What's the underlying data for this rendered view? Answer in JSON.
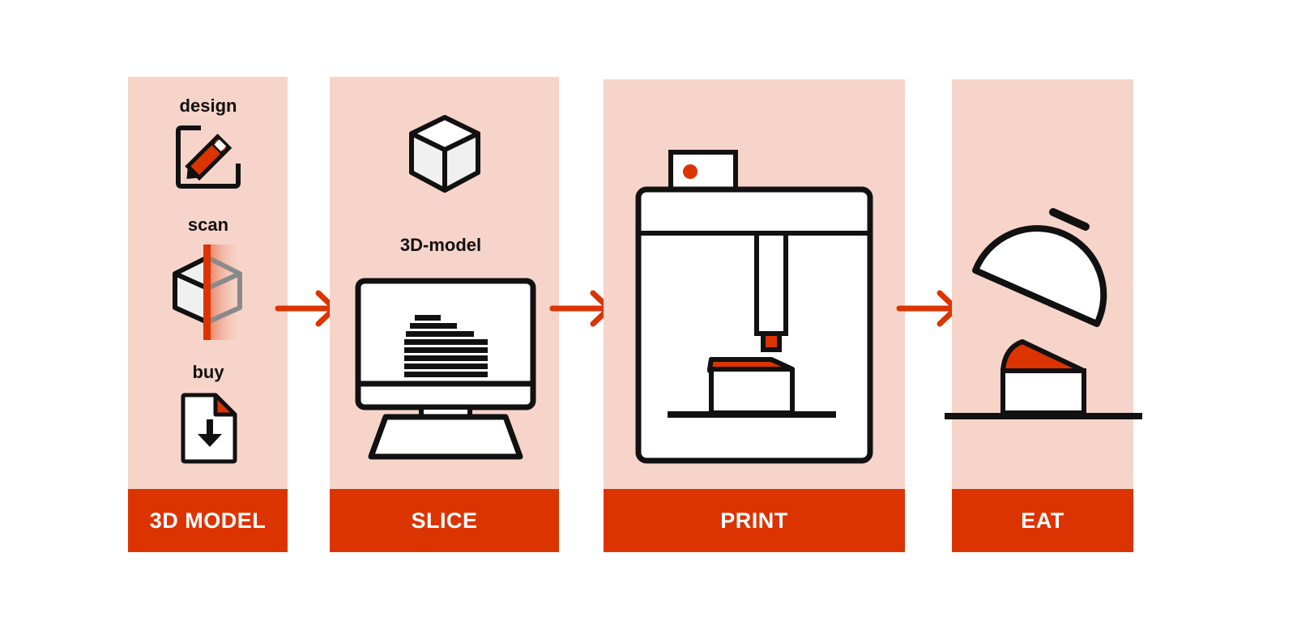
{
  "colors": {
    "panel_bg": "#f7d4ca",
    "accent": "#dc3400",
    "stroke": "#111111",
    "fill_light": "#f0f0f0"
  },
  "steps": [
    {
      "label": "3D MODEL",
      "options": [
        {
          "caption": "design",
          "icon": "pencil-edit-icon"
        },
        {
          "caption": "scan",
          "icon": "scanned-cube-icon"
        },
        {
          "caption": "buy",
          "icon": "download-file-icon"
        }
      ]
    },
    {
      "label": "SLICE",
      "caption": "3D-model",
      "icons": [
        "cube-icon",
        "computer-monitor-icon",
        "sliced-layers-icon"
      ]
    },
    {
      "label": "PRINT",
      "icons": [
        "3d-printer-icon",
        "print-nozzle-icon",
        "printed-food-icon"
      ]
    },
    {
      "label": "EAT",
      "icons": [
        "serving-cloche-icon",
        "food-portion-icon"
      ]
    }
  ],
  "connectors": [
    "arrow-right-icon",
    "arrow-right-icon",
    "arrow-right-icon"
  ]
}
